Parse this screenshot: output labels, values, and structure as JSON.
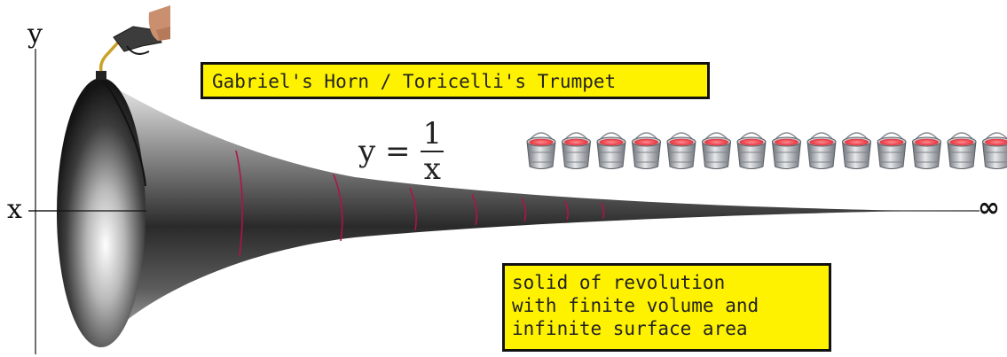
{
  "labels": {
    "y_axis": "y",
    "x_axis": "x",
    "infinity": "∞",
    "title": "Gabriel's Horn / Toricelli's Trumpet",
    "equation_lhs": "y =",
    "equation_numerator": "1",
    "equation_denominator": "x",
    "caption_lines": [
      "solid of revolution",
      "with finite volume and",
      "infinite surface area"
    ]
  },
  "icons": {
    "fuel_nozzle": "fuel-nozzle-icon",
    "paint_bucket": "paint-bucket-icon"
  },
  "colors": {
    "highlight": "#fff200",
    "paint": "#e8323c",
    "cross_section": "#b0124a",
    "bucket_metal": "#9aa0a6"
  },
  "paint_bucket_count": 14
}
